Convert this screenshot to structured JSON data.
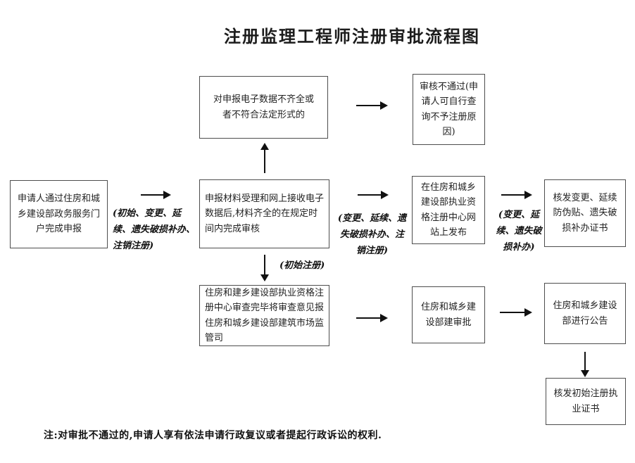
{
  "title": "注册监理工程师注册审批流程图",
  "boxes": {
    "applicant": "申请人通过住房和城乡建设部政务服务门户完成申报",
    "incomplete_data": "对申报电子数据不齐全或者不符合法定形式的",
    "review_failed": "审核不通过(申请人可自行查询不予注册原因)",
    "acceptance": "申报材料受理和网上接收电子数据后,材料齐全的在规定时间内完成审核",
    "publish_website": "在住房和城乡建设部执业资格注册中心网站上发布",
    "issue_change_cert": "核发变更、延续防伪贴、遗失破损补办证书",
    "center_review": "住房和建乡建设部执业资格注册中心审查完毕将审查意见报住房和城乡建设部建筑市场监管司",
    "ministry_approval": "住房和城乡建设部建审批",
    "ministry_announcement": "住房和城乡建设部进行公告",
    "issue_initial_cert": "核发初始注册执业证书"
  },
  "arrow_labels": {
    "initial_change_renewal": "(初始、变更、延续、遗失破损补办、注销注册)",
    "change_renewal_cancel": "(变更、延续、遗失破损补办、注销注册)",
    "change_renewal": "(变更、延续、遗失破损补办)",
    "initial_registration": "(初始注册)"
  },
  "note": "注:对审批不通过的,申请人享有依法申请行政复议或者提起行政诉讼的权利."
}
